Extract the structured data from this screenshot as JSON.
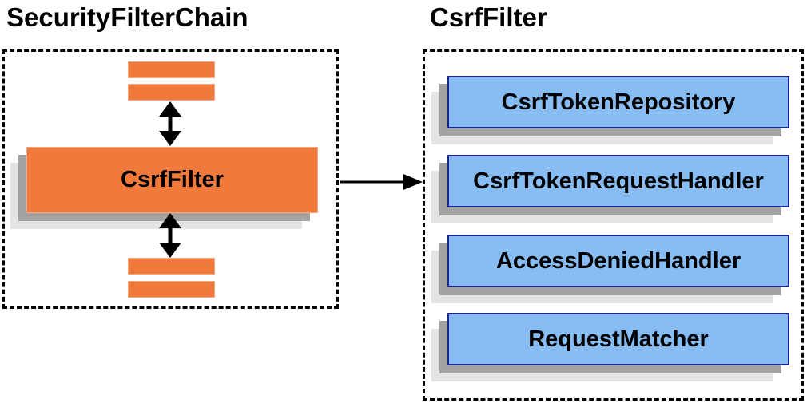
{
  "diagram": {
    "left": {
      "title": "SecurityFilterChain",
      "filter_box_label": "CsrfFilter"
    },
    "right": {
      "title": "CsrfFilter",
      "components": [
        "CsrfTokenRepository",
        "CsrfTokenRequestHandler",
        "AccessDeniedHandler",
        "RequestMatcher"
      ]
    },
    "icons": {
      "vertical_connector": "up-down-arrow",
      "flow_connector": "right-arrow"
    },
    "colors": {
      "filter_orange": "#F0793C",
      "filter_orange_border": "#F7A87E",
      "component_blue": "#87BDF2",
      "component_blue_border": "#1B2491",
      "shadow_dark": "#A3A3A3",
      "shadow_light": "#E4E4E4",
      "line_black": "#000000"
    }
  }
}
